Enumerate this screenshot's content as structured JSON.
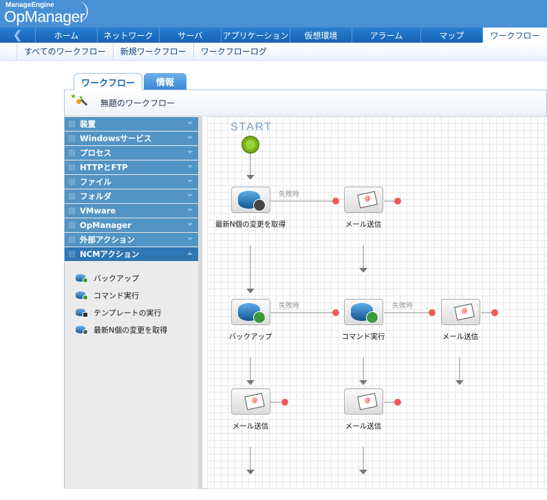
{
  "app": {
    "brand_small": "ManageEngine",
    "brand_big": "OpManager"
  },
  "nav": {
    "items": [
      "ホーム",
      "ネットワーク",
      "サーバ",
      "アプリケーション",
      "仮想環境",
      "アラーム",
      "マップ",
      "ワークフロー"
    ],
    "active": "ワークフロー"
  },
  "subnav": [
    "すべてのワークフロー",
    "新規ワークフロー",
    "ワークフローログ"
  ],
  "tabs": [
    "ワークフロー",
    "情報"
  ],
  "workflow_title": "無題のワークフロー",
  "categories": [
    "装置",
    "Windowsサービス",
    "プロセス",
    "HTTPとFTP",
    "ファイル",
    "フォルダ",
    "VMware",
    "OpManager",
    "外部アクション",
    "NCMアクション"
  ],
  "ncm_actions": [
    "バックアップ",
    "コマンド実行",
    "テンプレートの実行",
    "最新N個の変更を取得"
  ],
  "canvas": {
    "start": "START",
    "fail_label": "失敗時",
    "nodes": {
      "get_changes": "最新N個の変更を取得",
      "mail1": "メール送信",
      "backup": "バックアップ",
      "command": "コマンド実行",
      "mail2": "メール送信",
      "mail3": "メール送信",
      "mail4": "メール送信"
    }
  },
  "colors": {
    "header": "#4a90d5",
    "accent": "#1563b5",
    "fail_dot": "#f05a5a",
    "start": "#7cb518"
  }
}
